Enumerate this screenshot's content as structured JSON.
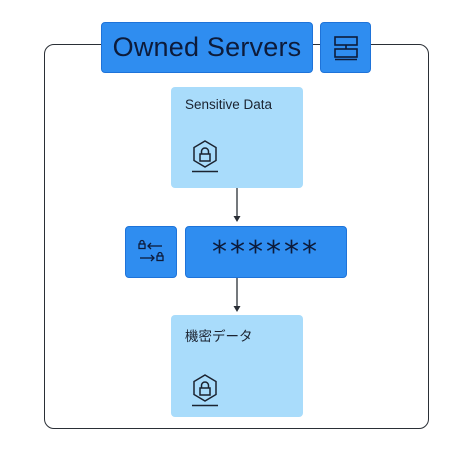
{
  "diagram": {
    "title": "Owned Servers",
    "title_icon": "server-icon",
    "source_node": {
      "label": "Sensitive Data",
      "icon": "lock-shield-icon"
    },
    "transform_icon": "lock-swap-icon",
    "masked_value": "******",
    "result_node": {
      "label": "機密データ",
      "icon": "lock-shield-icon"
    }
  },
  "colors": {
    "accent_blue": "#2f8df0",
    "card_light_blue": "#a9dcfb",
    "outline_dark": "#2a2f36"
  }
}
